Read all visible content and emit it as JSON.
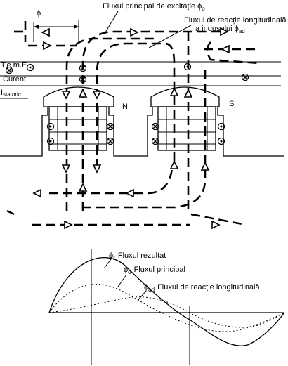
{
  "diagram": {
    "phi_label": "ϕ",
    "flux_main_label": "Fluxul principal de excitație ϕ",
    "flux_main_sub": "o",
    "flux_reaction_line1": "Fluxul de reacție longitudinală",
    "flux_reaction_line2": "a indusului ϕ",
    "flux_reaction_sub": "ad",
    "legend_teme": "T.e.m.E.",
    "legend_curent": "Curent",
    "legend_istatoric_main": "I",
    "legend_istatoric_sub": "statoric",
    "pole_n": "N",
    "pole_s": "S",
    "wave_r_symbol": "ϕ",
    "wave_r_sub": "r",
    "wave_r_text": "Fluxul rezultat",
    "wave_o_symbol": "ϕ",
    "wave_o_sub": "o",
    "wave_o_text": "Fluxul principal",
    "wave_ad_symbol": "ϕ",
    "wave_ad_sub": "ad",
    "wave_ad_text": "Fluxul de reacție longitudinală"
  },
  "colors": {
    "ink": "#000000",
    "background": "#ffffff"
  }
}
